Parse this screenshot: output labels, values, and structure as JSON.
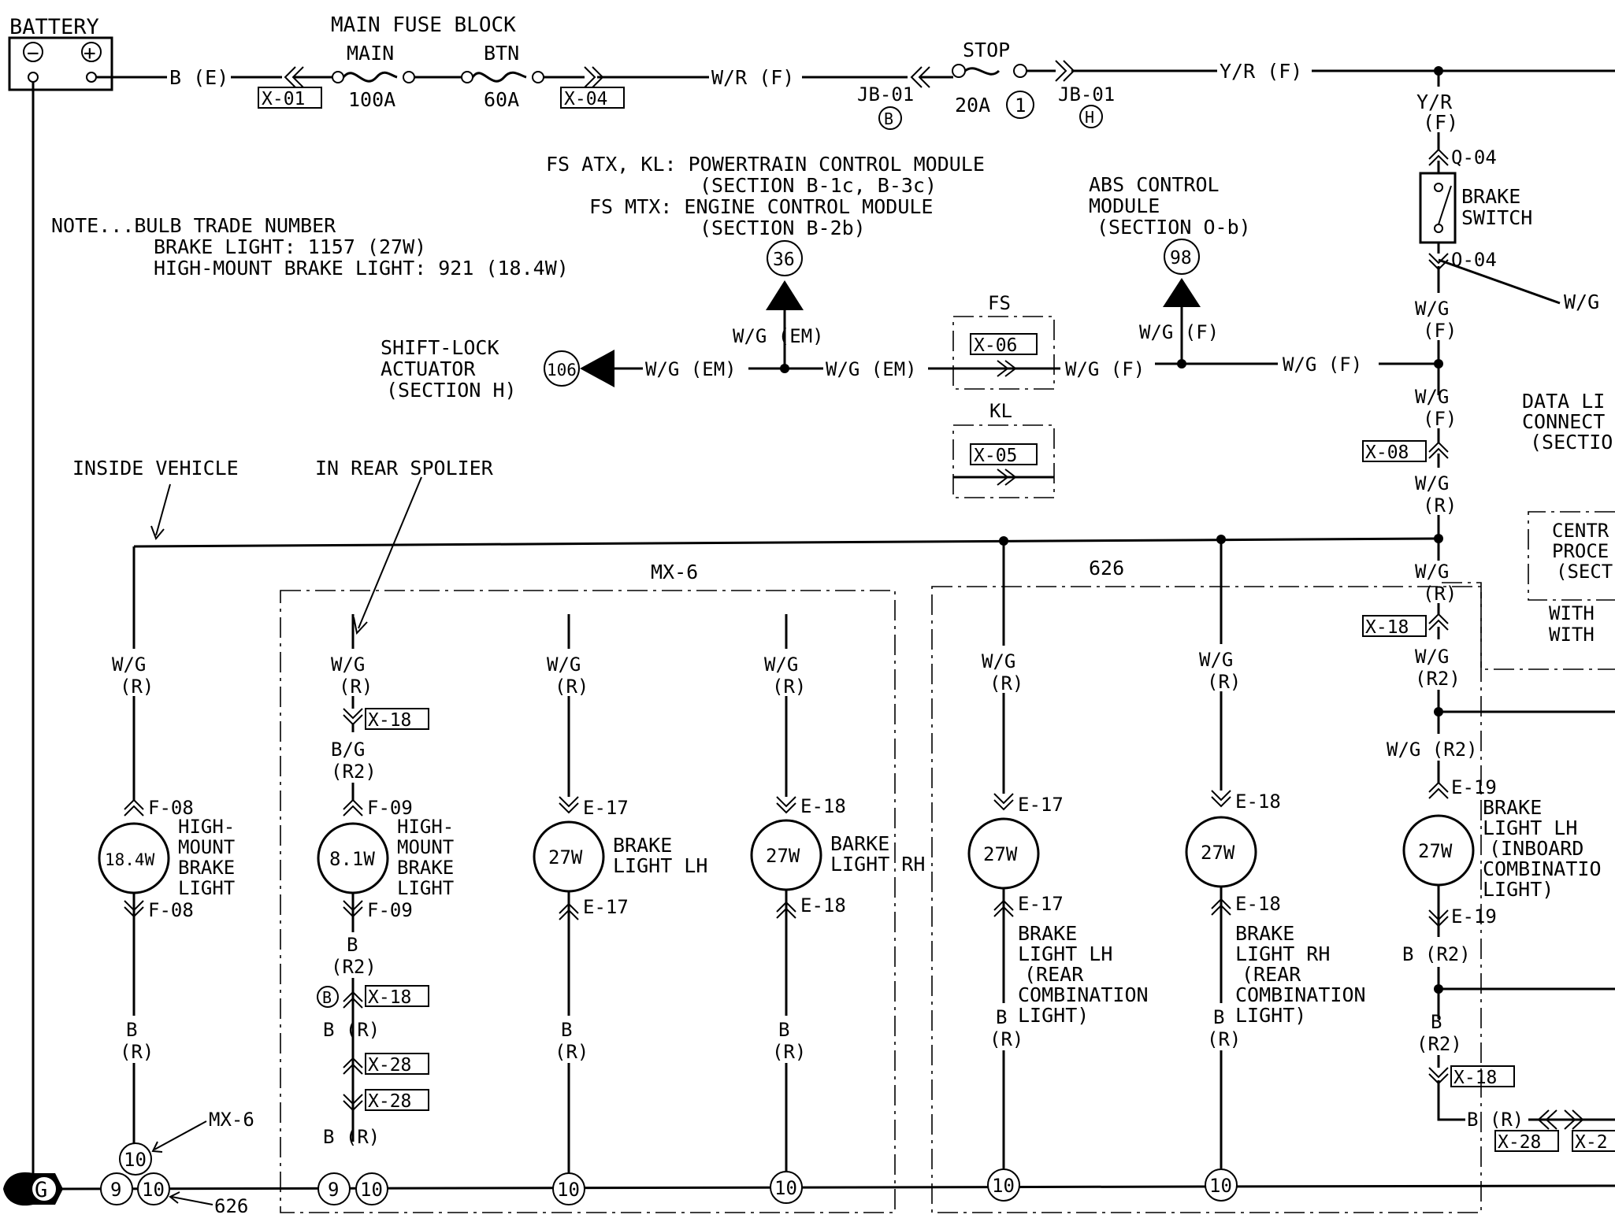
{
  "labels": {
    "battery": "BATTERY",
    "main_fuse_block": "MAIN FUSE BLOCK",
    "main": "MAIN",
    "btn": "BTN",
    "fuse_100a": "100A",
    "fuse_60a": "60A",
    "stop": "STOP",
    "fuse_20a": "20A",
    "fuse_no_1": "1",
    "jb01_l": "JB-01",
    "jb01_r": "JB-01",
    "jb_pin_b": "B",
    "jb_pin_h": "H",
    "w_b_e": "B (E)",
    "w_w_r_f": "W/R (F)",
    "w_y_r_f": "Y/R (F)",
    "w_y_r_f2a": "Y/R",
    "w_y_r_f2b": "(F)",
    "conn_q04_top": "Q-04",
    "conn_q04_bot": "Q-04",
    "brake_switch_1": "BRAKE",
    "brake_switch_2": "SWITCH",
    "w_w_g_right": "W/G",
    "note_1": "NOTE...BULB TRADE NUMBER",
    "note_2": "BRAKE LIGHT: 1157 (27W)",
    "note_3": "HIGH-MOUNT BRAKE LIGHT: 921 (18.4W)",
    "pcm_1": "FS ATX, KL: POWERTRAIN CONTROL MODULE",
    "pcm_2": "(SECTION B-1c, B-3c)",
    "pcm_3": "FS MTX: ENGINE CONTROL MODULE",
    "pcm_4": "(SECTION B-2b)",
    "ref_36": "36",
    "abs_1": "ABS CONTROL",
    "abs_2": "MODULE",
    "abs_3": "(SECTION O-b)",
    "ref_98": "98",
    "shift_1": "SHIFT-LOCK",
    "shift_2": "ACTUATOR",
    "shift_3": "(SECTION H)",
    "ref_106": "106",
    "w_wg_em_1": "W/G (EM)",
    "w_wg_em_2": "W/G (EM)",
    "w_wg_em_3": "W/G (EM)",
    "w_wg_f_1": "W/G (F)",
    "w_wg_f_2": "W/G (F)",
    "w_wg_f_3": "W/G (F)",
    "fs": "FS",
    "kl": "KL",
    "x06": "X-06",
    "x05": "X-05",
    "x01": "X-01",
    "x04": "X-04",
    "wg": "W/G",
    "f_paren": "(F)",
    "r_paren": "(R)",
    "r2_paren": "(R2)",
    "x08": "X-08",
    "x18": "X-18",
    "x28": "X-28",
    "x2_partial": "X-2",
    "dlc_1": "DATA LI",
    "dlc_2": "CONNECT",
    "dlc_3": "(SECTIO",
    "cpu_1": "CENTR",
    "cpu_2": "PROCE",
    "cpu_3": "(SECT",
    "with_1": "WITH",
    "with_2": "WITH",
    "inside_vehicle": "INSIDE VEHICLE",
    "in_rear_spoiler": "IN REAR SPOLIER",
    "mx6": "MX-6",
    "s626": "626",
    "bg": "B/G",
    "b": "B",
    "b_r": "B (R)",
    "b_r2": "B (R2)",
    "wg_r2": "W/G (R2)",
    "f08": "F-08",
    "f09": "F-09",
    "e17": "E-17",
    "e18": "E-18",
    "e19": "E-19",
    "w184": "18.4W",
    "w81": "8.1W",
    "w27": "27W",
    "hm_1": "HIGH-",
    "hm_2": "MOUNT",
    "hm_3": "BRAKE",
    "hm_4": "LIGHT",
    "bl_lh_1": "BRAKE",
    "bl_lh_2": "LIGHT LH",
    "bl_rh_1": "BARKE",
    "bl_rh_2": "LIGHT RH",
    "rc_lh_1": "BRAKE",
    "rc_lh_2": "LIGHT LH",
    "rc_3": "(REAR",
    "rc_4": "COMBINATION",
    "rc_5": "LIGHT)",
    "rc_rh_2": "LIGHT RH",
    "ib_1": "BRAKE",
    "ib_2": "LIGHT LH",
    "ib_3": "(INBOARD",
    "ib_4": "COMBINATIO",
    "ib_5": "LIGHT)",
    "ground_10": "10",
    "ground_9": "9",
    "ground_g": "G",
    "mx6_ptr": "MX-6",
    "s626_ptr": "626",
    "pin_b": "B",
    "minus": "−",
    "plus": "+"
  }
}
